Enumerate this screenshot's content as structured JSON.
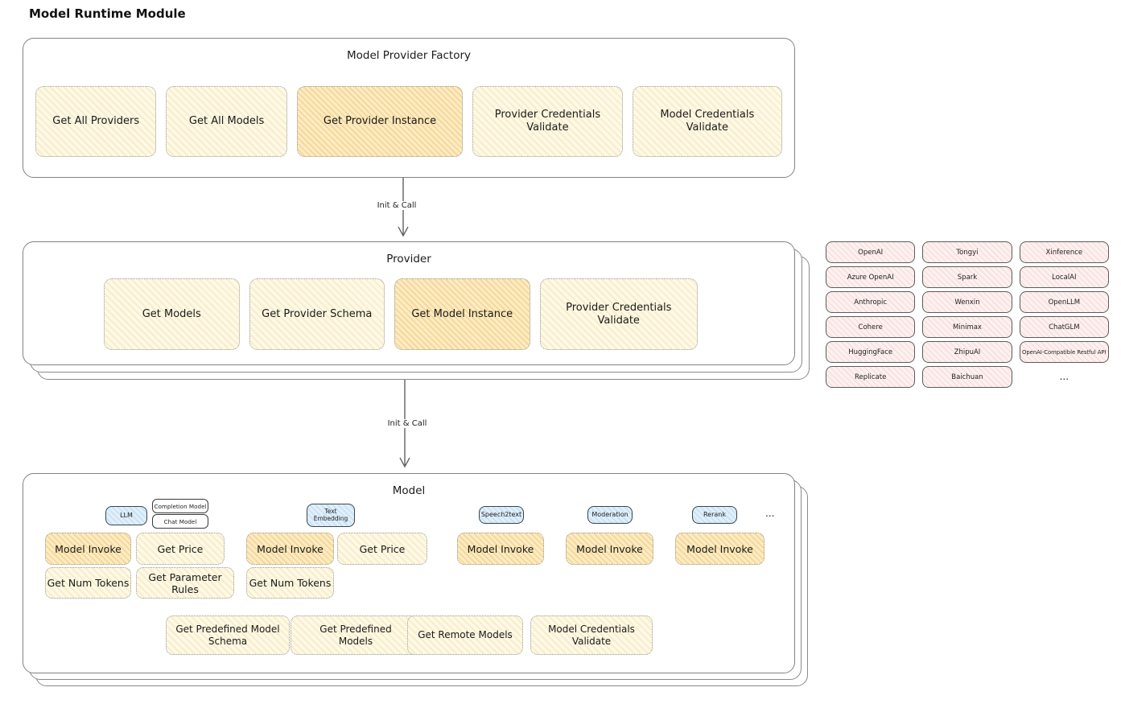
{
  "title": "Model Runtime Module",
  "colors": {
    "yellow_fill": "#fdf9e6",
    "orange_highlight_fill": "#fbecc3",
    "provider_chip_fill": "#fdf1f0",
    "model_type_tag_fill": "#e0effa"
  },
  "factory": {
    "title": "Model Provider Factory",
    "boxes": [
      {
        "label": "Get All Providers"
      },
      {
        "label": "Get All Models"
      },
      {
        "label": "Get Provider Instance"
      },
      {
        "label": "Provider Credentials Validate"
      },
      {
        "label": "Model Credentials Validate"
      }
    ]
  },
  "arrows": {
    "factory_to_provider": "Init & Call",
    "provider_to_model": "Init & Call"
  },
  "provider": {
    "title": "Provider",
    "boxes": [
      {
        "label": "Get Models"
      },
      {
        "label": "Get Provider Schema"
      },
      {
        "label": "Get Model Instance"
      },
      {
        "label": "Provider Credentials Validate"
      }
    ]
  },
  "providers_grid": {
    "items": [
      "OpenAI",
      "Tongyi",
      "Xinference",
      "Azure OpenAI",
      "Spark",
      "LocalAI",
      "Anthropic",
      "Wenxin",
      "OpenLLM",
      "Cohere",
      "Minimax",
      "ChatGLM",
      "HuggingFace",
      "ZhipuAI",
      "OpenAI-Compatible Restful API",
      "Replicate",
      "Baichuan",
      "..."
    ]
  },
  "model": {
    "title": "Model",
    "more_label": "...",
    "columns": {
      "llm": {
        "tag": "LLM",
        "subtags": [
          "Completion Model",
          "Chat Model"
        ],
        "ops": [
          "Model Invoke",
          "Get Price",
          "Get Num Tokens",
          "Get Parameter Rules"
        ]
      },
      "text_embedding": {
        "tag": "Text Embedding",
        "ops": [
          "Model Invoke",
          "Get Price",
          "Get Num Tokens"
        ]
      },
      "speech2text": {
        "tag": "Speech2text",
        "ops": [
          "Model Invoke"
        ]
      },
      "moderation": {
        "tag": "Moderation",
        "ops": [
          "Model Invoke"
        ]
      },
      "rerank": {
        "tag": "Rerank",
        "ops": [
          "Model Invoke"
        ]
      }
    },
    "shared_ops": [
      "Get Predefined Model Schema",
      "Get Predefined Models",
      "Get Remote Models",
      "Model Credentials Validate"
    ]
  }
}
